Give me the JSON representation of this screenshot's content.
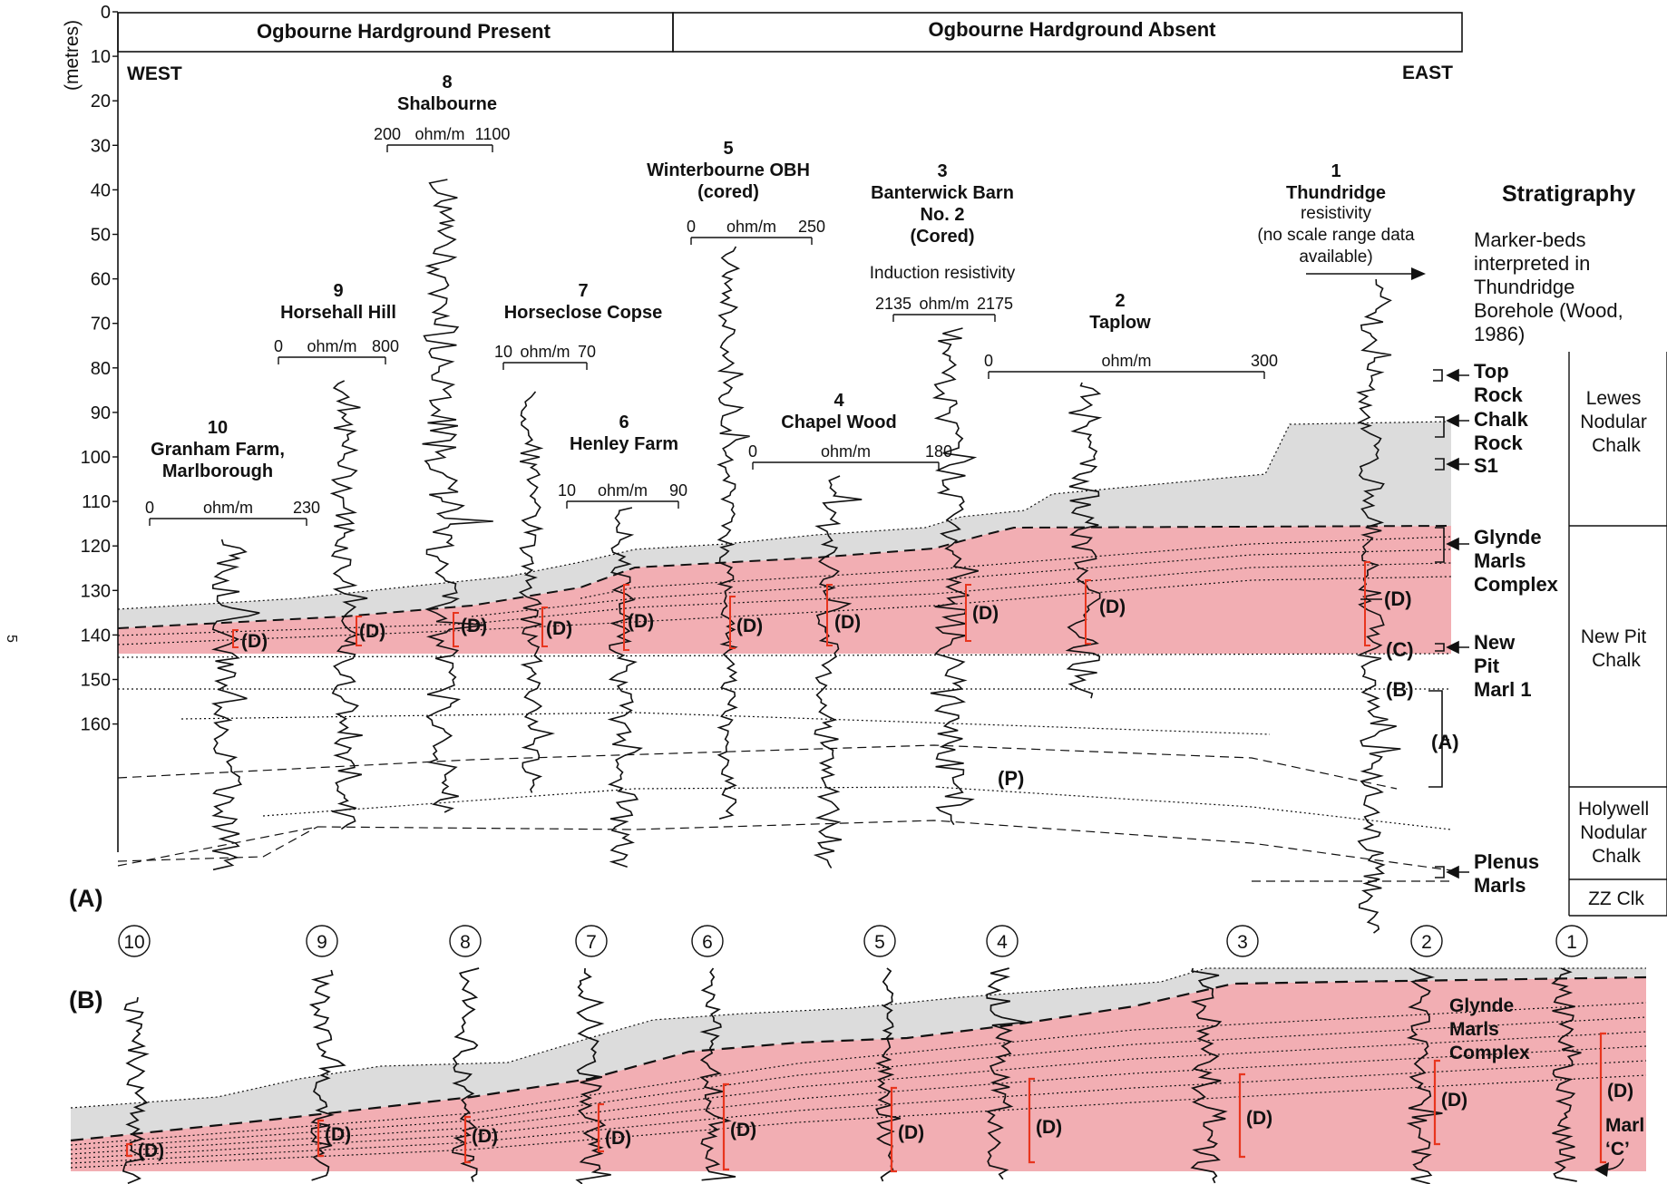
{
  "header": {
    "present_label": "Ogbourne Hardground Present",
    "absent_label": "Ogbourne Hardground Absent",
    "west": "WEST",
    "east": "EAST"
  },
  "depth_axis": {
    "unit_label": "(metres)",
    "ticks": [
      "0",
      "10",
      "20",
      "30",
      "40",
      "50",
      "60",
      "70",
      "80",
      "90",
      "100",
      "110",
      "120",
      "130",
      "140",
      "150",
      "160"
    ]
  },
  "boreholes": [
    {
      "num": "10",
      "name_lines": [
        "Granham Farm,",
        "Marlborough"
      ],
      "scale": [
        "0",
        "ohm/m",
        "230"
      ]
    },
    {
      "num": "9",
      "name_lines": [
        "Horsehall Hill"
      ],
      "scale": [
        "0",
        "ohm/m",
        "800"
      ]
    },
    {
      "num": "8",
      "name_lines": [
        "Shalbourne"
      ],
      "scale": [
        "200",
        "ohm/m",
        "1100"
      ]
    },
    {
      "num": "7",
      "name_lines": [
        "Horseclose Copse"
      ],
      "scale": [
        "10",
        "ohm/m",
        "70"
      ]
    },
    {
      "num": "6",
      "name_lines": [
        "Henley Farm"
      ],
      "scale": [
        "10",
        "ohm/m",
        "90"
      ]
    },
    {
      "num": "5",
      "name_lines": [
        "Winterbourne  OBH",
        "(cored)"
      ],
      "scale": [
        "0",
        "ohm/m",
        "250"
      ]
    },
    {
      "num": "4",
      "name_lines": [
        "Chapel Wood"
      ],
      "scale": [
        "0",
        "ohm/m",
        "180"
      ]
    },
    {
      "num": "3",
      "name_lines": [
        "Banterwick Barn",
        "No. 2",
        "(Cored)"
      ],
      "sub": "Induction resistivity",
      "scale": [
        "2135",
        "ohm/m",
        "2175"
      ]
    },
    {
      "num": "2",
      "name_lines": [
        "Taplow"
      ],
      "scale": [
        "0",
        "ohm/m",
        "300"
      ]
    },
    {
      "num": "1",
      "name_lines": [
        "Thundridge"
      ],
      "sub_lines": [
        "resistivity",
        "(no scale range data",
        "available)"
      ]
    }
  ],
  "stratigraphy": {
    "title": "Stratigraphy",
    "marker_note_lines": [
      "Marker-beds",
      "interpreted in",
      "Thundridge",
      "Borehole (Wood,",
      "1986)"
    ],
    "markers": [
      {
        "lines": [
          "Top",
          "Rock"
        ]
      },
      {
        "lines": [
          "Chalk",
          "Rock"
        ]
      },
      {
        "lines": [
          "S1"
        ]
      },
      {
        "lines": [
          "Glynde",
          "Marls",
          "Complex"
        ]
      },
      {
        "lines": [
          "New",
          "Pit",
          "Marl 1"
        ]
      },
      {
        "lines": [
          "Plenus",
          "Marls"
        ]
      }
    ],
    "units": [
      {
        "lines": [
          "Lewes",
          "Nodular",
          "Chalk"
        ]
      },
      {
        "lines": [
          "New Pit",
          "Chalk"
        ]
      },
      {
        "lines": [
          "Holywell",
          "Nodular",
          "Chalk"
        ]
      },
      {
        "lines": [
          "ZZ Clk"
        ]
      }
    ]
  },
  "interpretation_labels": {
    "D": "(D)",
    "C": "(C)",
    "B": "(B)",
    "A": "(A)",
    "P": "(P)",
    "D_pointer": "(D)"
  },
  "panel_labels": {
    "a": "(A)",
    "b": "(B)"
  },
  "panel_b": {
    "circled_numbers": [
      "10",
      "9",
      "8",
      "7",
      "6",
      "5",
      "4",
      "3",
      "2",
      "1"
    ],
    "complex_lines": [
      "Glynde",
      "Marls",
      "Complex"
    ],
    "marl_c_lines": [
      "Marl",
      "‘C’"
    ]
  },
  "side_page_number": "5",
  "colors": {
    "pink": "#f2aeb3",
    "grey": "#dcdcdc",
    "red": "#e8351e",
    "line": "#111111"
  }
}
